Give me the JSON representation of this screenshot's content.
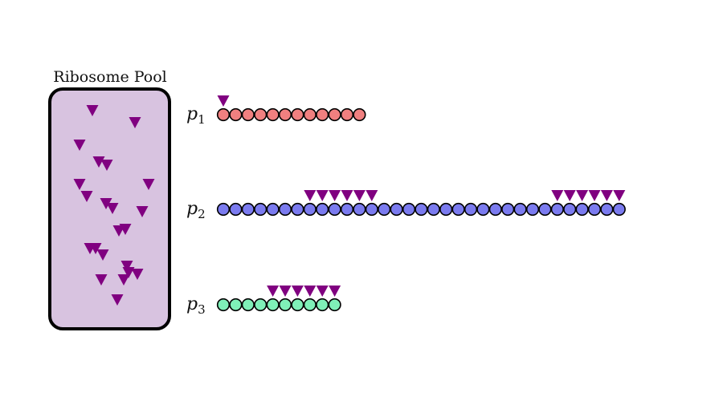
{
  "pool": {
    "title": "Ribosome Pool",
    "fill_color": "#d8c3e0",
    "stroke_color": "#000000",
    "free_ribosome_count": 22
  },
  "ribosome_color": "#800080",
  "tracks": [
    {
      "label": "p",
      "subscript": "1",
      "codon_count": 12,
      "color": "#f08080",
      "ribosome_positions": [
        1
      ]
    },
    {
      "label": "p",
      "subscript": "2",
      "codon_count": 33,
      "color": "#7b7bef",
      "ribosome_positions": [
        8,
        9,
        10,
        11,
        12,
        13,
        28,
        29,
        30,
        31,
        32,
        33
      ]
    },
    {
      "label": "p",
      "subscript": "3",
      "codon_count": 10,
      "color": "#7ff0b8",
      "ribosome_positions": [
        5,
        6,
        7,
        8,
        9,
        10
      ]
    }
  ]
}
